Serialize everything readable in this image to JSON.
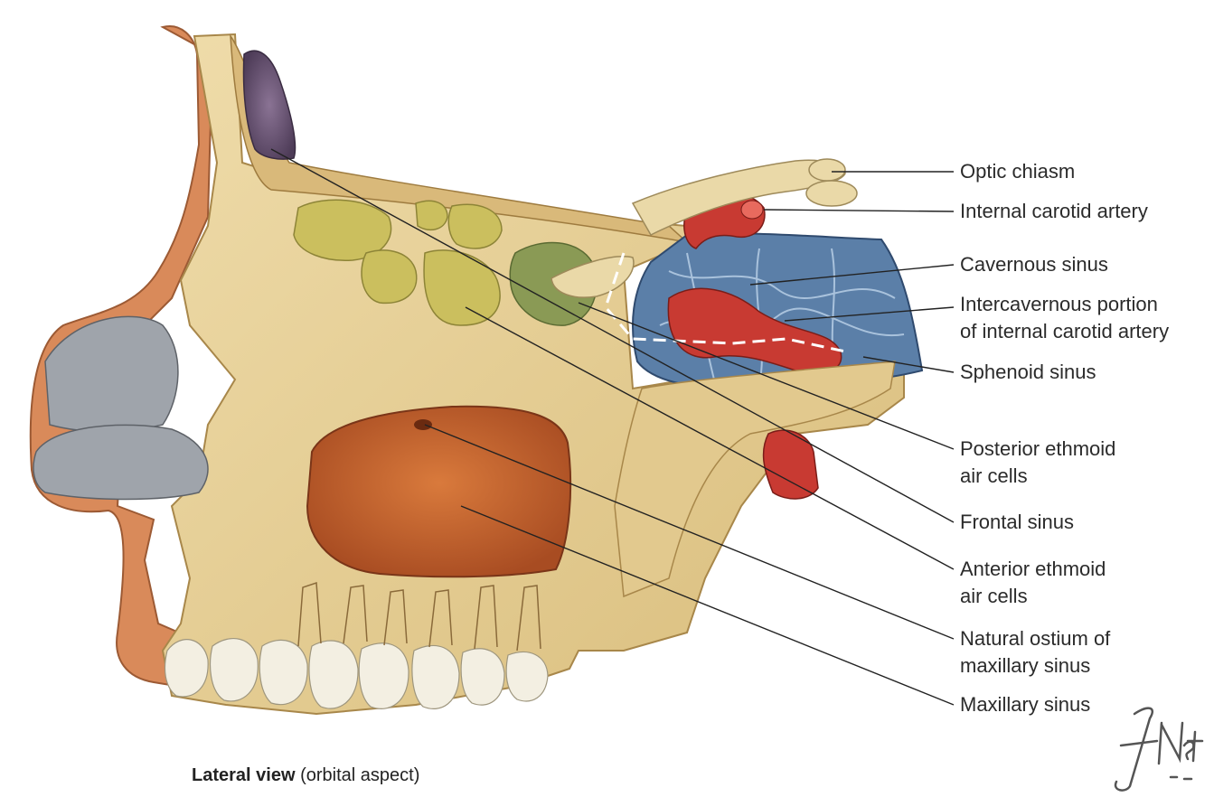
{
  "labels": [
    {
      "id": "optic-chiasm",
      "lines": [
        "Optic chiasm"
      ]
    },
    {
      "id": "internal-carotid-artery",
      "lines": [
        "Internal carotid artery"
      ]
    },
    {
      "id": "cavernous-sinus",
      "lines": [
        "Cavernous sinus"
      ]
    },
    {
      "id": "intercavernous-portion",
      "lines": [
        "Intercavernous portion",
        "of internal carotid artery"
      ]
    },
    {
      "id": "sphenoid-sinus",
      "lines": [
        "Sphenoid sinus"
      ]
    },
    {
      "id": "posterior-ethmoid",
      "lines": [
        "Posterior ethmoid",
        "air cells"
      ]
    },
    {
      "id": "frontal-sinus",
      "lines": [
        "Frontal sinus"
      ]
    },
    {
      "id": "anterior-ethmoid",
      "lines": [
        "Anterior ethmoid",
        "air cells"
      ]
    },
    {
      "id": "natural-ostium",
      "lines": [
        "Natural ostium of",
        "maxillary sinus"
      ]
    },
    {
      "id": "maxillary-sinus",
      "lines": [
        "Maxillary sinus"
      ]
    }
  ],
  "caption": {
    "bold": "Lateral view",
    "rest": " (orbital aspect)"
  },
  "signature": "F. Netter M.D.",
  "colors": {
    "bone": "#e8d29c",
    "bone_dark": "#c9a663",
    "skin": "#d98a5a",
    "frontal_sinus": "#6e5a78",
    "ethmoid_cells": "#cbbf5e",
    "posterior_cell": "#8a9a55",
    "maxillary_sinus": "#c8642e",
    "cartilage": "#9fa4ab",
    "cavernous": "#5b7fa8",
    "artery": "#c83a32",
    "nerve": "#ead9a8",
    "teeth": "#f3efe2",
    "leader": "#222222",
    "text": "#2b2b2b"
  }
}
